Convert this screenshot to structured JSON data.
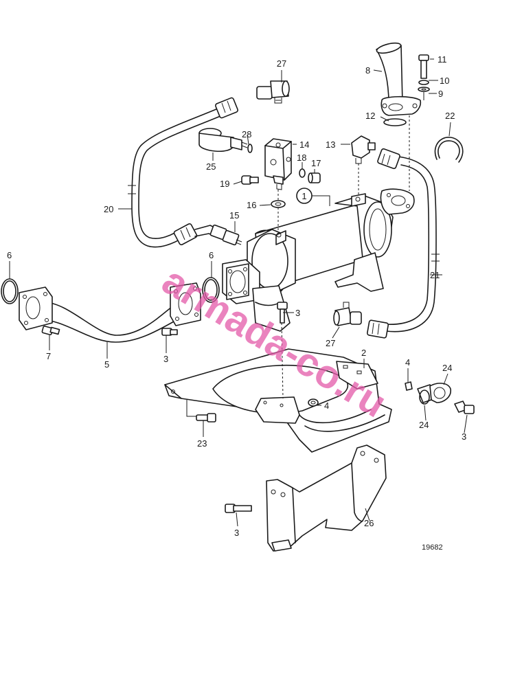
{
  "diagram": {
    "callouts": {
      "c27a": "27",
      "c11": "11",
      "c8": "8",
      "c10": "10",
      "c9": "9",
      "c12": "12",
      "c22": "22",
      "c28": "28",
      "c14": "14",
      "c13": "13",
      "c18": "18",
      "c17": "17",
      "c25": "25",
      "c19": "19",
      "c16": "16",
      "c1": "1",
      "c20": "20",
      "c15": "15",
      "c6a": "6",
      "c6b": "6",
      "c21": "21",
      "c3a": "3",
      "c27b": "27",
      "c7": "7",
      "c5": "5",
      "c3b": "3",
      "c2": "2",
      "c4a": "4",
      "c24a": "24",
      "c4b": "4",
      "c24b": "24",
      "c3c": "3",
      "c23": "23",
      "c26": "26",
      "c3d": "3"
    },
    "drawing_number": "19682",
    "watermark": "armada-co.ru"
  }
}
